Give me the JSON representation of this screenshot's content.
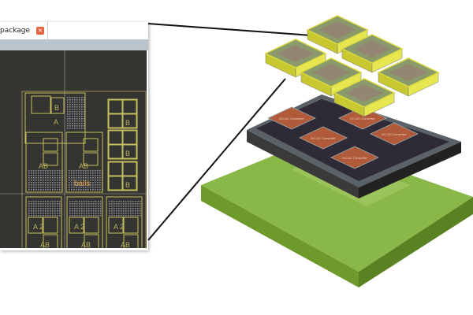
{
  "window": {
    "tab_label": "package",
    "close_icon": "close-icon"
  },
  "layout": {
    "block_labels": {
      "b": "B",
      "a": "A",
      "ab": "AB",
      "a2": "A 2"
    },
    "balls_label": "balls"
  },
  "chip": {
    "converter_label": "DC-DC Converter"
  },
  "colors": {
    "canvas": "#343431",
    "outline": "#c8c060",
    "balls_text": "#e0a040",
    "board": "#8ab848",
    "die": "#d8d840",
    "chip_block": "#b05a3a"
  }
}
